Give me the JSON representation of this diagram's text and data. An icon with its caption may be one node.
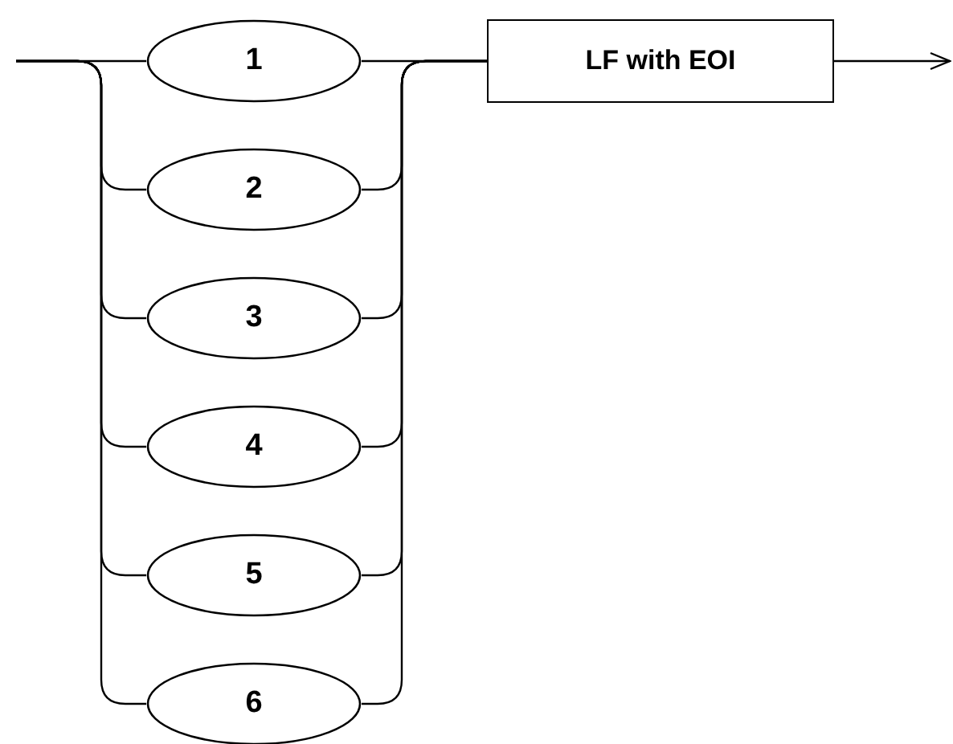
{
  "diagram": {
    "nodes": [
      {
        "text": [
          "1"
        ]
      },
      {
        "text": [
          "2"
        ]
      },
      {
        "text": [
          "3"
        ]
      },
      {
        "text": [
          "4"
        ]
      },
      {
        "text": [
          "5"
        ]
      },
      {
        "text": [
          "6"
        ]
      },
      {
        "text": [
          "LF with EOI"
        ]
      }
    ],
    "edges": [
      {
        "from": null,
        "to": 0,
        "arrow": "none"
      },
      {
        "from": null,
        "to": 1,
        "arrow": "none"
      },
      {
        "from": null,
        "to": 2,
        "arrow": "none"
      },
      {
        "from": null,
        "to": 3,
        "arrow": "none"
      },
      {
        "from": null,
        "to": 4,
        "arrow": "none"
      },
      {
        "from": null,
        "to": 5,
        "arrow": "none"
      },
      {
        "from": 0,
        "to": 6,
        "arrow": "none"
      },
      {
        "from": 1,
        "to": 6,
        "arrow": "none"
      },
      {
        "from": 2,
        "to": 6,
        "arrow": "none"
      },
      {
        "from": 3,
        "to": 6,
        "arrow": "none"
      },
      {
        "from": 4,
        "to": 6,
        "arrow": "none"
      },
      {
        "from": 5,
        "to": 6,
        "arrow": "none"
      },
      {
        "from": 6,
        "to": null,
        "arrow": "to"
      }
    ]
  }
}
